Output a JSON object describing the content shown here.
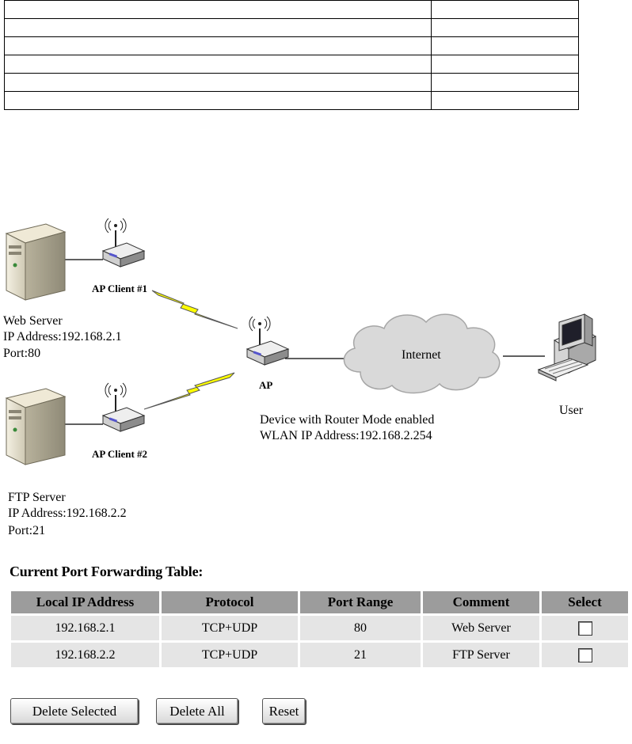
{
  "diagram": {
    "web_server": {
      "name": "Web Server",
      "ip": "IP Address:192.168.2.1",
      "port": "Port:80"
    },
    "ftp_server": {
      "name": "FTP Server",
      "ip": "IP Address:192.168.2.2",
      "port": "Port:21"
    },
    "ap_client_1": "AP Client #1",
    "ap_client_2": "AP Client #2",
    "ap": "AP",
    "internet": "Internet",
    "user": "User",
    "device_line1": "Device with Router Mode enabled",
    "device_line2": "WLAN IP Address:192.168.2.254"
  },
  "port_forwarding": {
    "title": "Current Port Forwarding Table:",
    "headers": [
      "Local IP Address",
      "Protocol",
      "Port Range",
      "Comment",
      "Select"
    ],
    "rows": [
      [
        "192.168.2.1",
        "TCP+UDP",
        "80",
        "Web Server"
      ],
      [
        "192.168.2.2",
        "TCP+UDP",
        "21",
        "FTP Server"
      ]
    ]
  },
  "buttons": {
    "delete_selected": "Delete Selected",
    "delete_all": "Delete All",
    "reset": "Reset"
  },
  "colors": {
    "header_bg": "#9c9c9c",
    "row_bg": "#e5e5e5",
    "lightning": "#ffff00",
    "cloud": "#d9d9d9"
  }
}
